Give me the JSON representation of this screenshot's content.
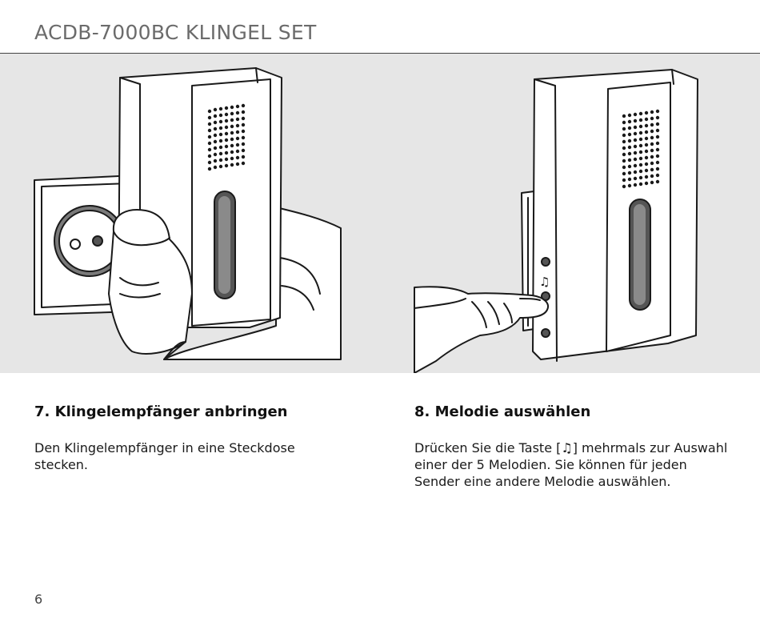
{
  "header": {
    "title": "ACDB-7000BC KLINGEL SET"
  },
  "steps": [
    {
      "heading": "7. Klingelempfänger anbringen",
      "text": "Den Klingelempfänger in eine Steckdose stecken."
    },
    {
      "heading": "8. Melodie auswählen",
      "text_before": "Drücken Sie die Taste [",
      "text_icon": "♫",
      "text_after": "] mehrmals zur Auswahl einer der 5 Melodien. Sie können für jeden Sender eine andere Melodie auswählen."
    }
  ],
  "footer": {
    "page_number": "6"
  },
  "colors": {
    "band": "#e6e6e6",
    "device": "#ffffff",
    "outline": "#1a1a1a",
    "slot": "#555555",
    "socket": "#7a7a7a"
  }
}
